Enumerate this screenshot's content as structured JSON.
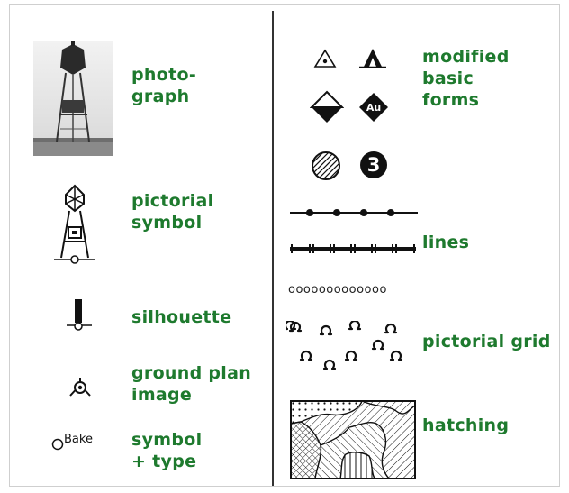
{
  "left_column": {
    "photograph_label": "photo-\ngraph",
    "pictorial_label": "pictorial\nsymbol",
    "silhouette_label": "silhouette",
    "ground_plan_label": "ground plan\nimage",
    "symbol_type_label": "symbol\n+ type",
    "bake_text": "Bake"
  },
  "right_column": {
    "modified_label": "modified\nbasic\nforms",
    "au_text": "Au",
    "number_three": "3",
    "lines_label": "lines",
    "circles_row": "ooooooooooooo",
    "pictorial_grid_label": "pictorial grid",
    "hatching_label": "hatching"
  }
}
